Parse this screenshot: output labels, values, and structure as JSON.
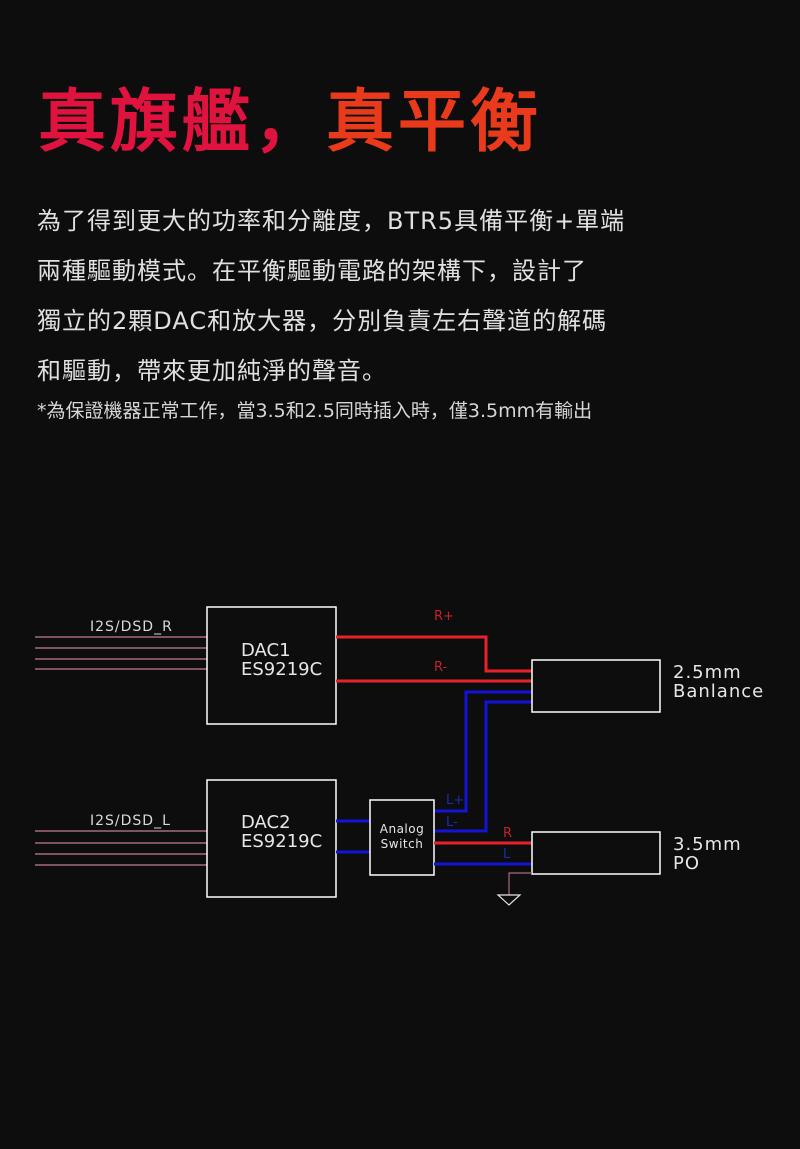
{
  "title": {
    "part1": "真旗艦，",
    "part2": "真平衡"
  },
  "colors": {
    "title_part1": "#e0123e",
    "title_part2": "#ea3a1c",
    "wire_red": "#e8222a",
    "wire_blue": "#1414d8",
    "wire_input": "#a86a80",
    "box_stroke": "#ffffff",
    "background": "#0d0d0e"
  },
  "description": {
    "lines": [
      "為了得到更大的功率和分離度，BTR5具備平衡+單端",
      "兩種驅動模式。在平衡驅動電路的架構下，設計了",
      "獨立的2顆DAC和放大器，分別負責左右聲道的解碼",
      "和驅動，帶來更加純淨的聲音。"
    ],
    "note": "*為保證機器正常工作，當3.5和2.5同時插入時，僅3.5mm有輸出"
  },
  "diagram": {
    "inputs": [
      {
        "label": "I2S/DSD_R"
      },
      {
        "label": "I2S/DSD_L"
      }
    ],
    "dac1": {
      "name": "DAC1",
      "model": "ES9219C"
    },
    "dac2": {
      "name": "DAC2",
      "model": "ES9219C"
    },
    "switch": {
      "line1": "Analog",
      "line2": "Switch"
    },
    "signals": {
      "r_plus": "R+",
      "r_minus": "R-",
      "l_plus": "L+",
      "l_minus": "L-",
      "r": "R",
      "l": "L"
    },
    "out_balanced": {
      "line1": "2.5mm",
      "line2": "Banlance"
    },
    "out_single": {
      "line1": "3.5mm",
      "line2": "PO"
    }
  }
}
